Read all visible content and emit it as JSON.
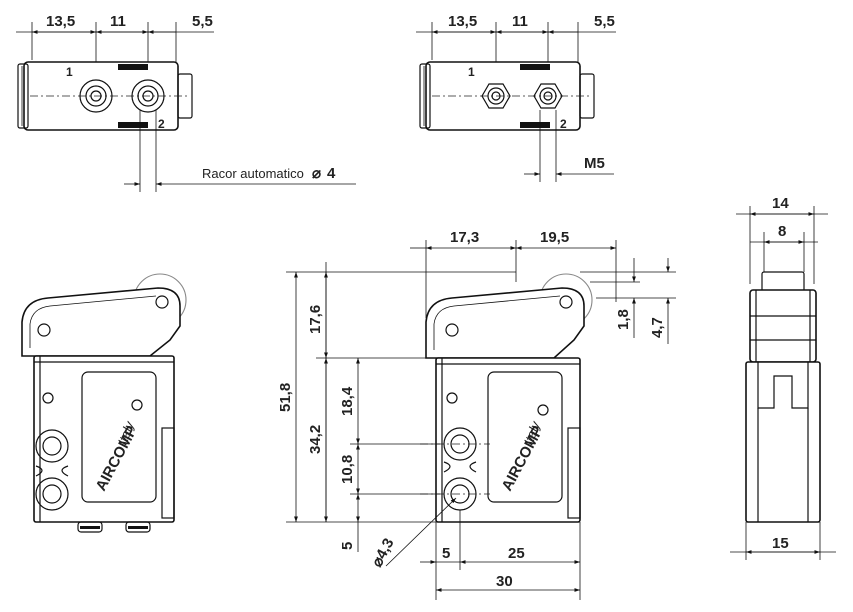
{
  "top_left_view": {
    "dims": [
      "13,5",
      "11",
      "5,5"
    ],
    "ports": [
      "1",
      "2"
    ],
    "connector_label": "Racor automatico",
    "diameter_symbol": "⌀",
    "connector_size": "4"
  },
  "top_right_view": {
    "dims": [
      "13,5",
      "11",
      "5,5"
    ],
    "ports": [
      "1",
      "2"
    ],
    "thread": "M5"
  },
  "front_left_view": {
    "logo": "AIRCOMP",
    "logo_sub": "Italy"
  },
  "front_center_view": {
    "logo": "AIRCOMP",
    "logo_sub": "Italy",
    "width_dims": [
      "17,3",
      "19,5"
    ],
    "height_total": "51,8",
    "height_lever": "17,6",
    "height_body": "34,2",
    "height_upper": "18,4",
    "height_ports": "10,8",
    "height_bottom": "5",
    "roller_small": "1,8",
    "roller_large": "4,7",
    "hole_diameter": "4,3",
    "bottom_dims": [
      "5",
      "25"
    ],
    "overall_width": "30"
  },
  "side_view": {
    "top_outer": "14",
    "top_inner": "8",
    "bottom_width": "15"
  }
}
